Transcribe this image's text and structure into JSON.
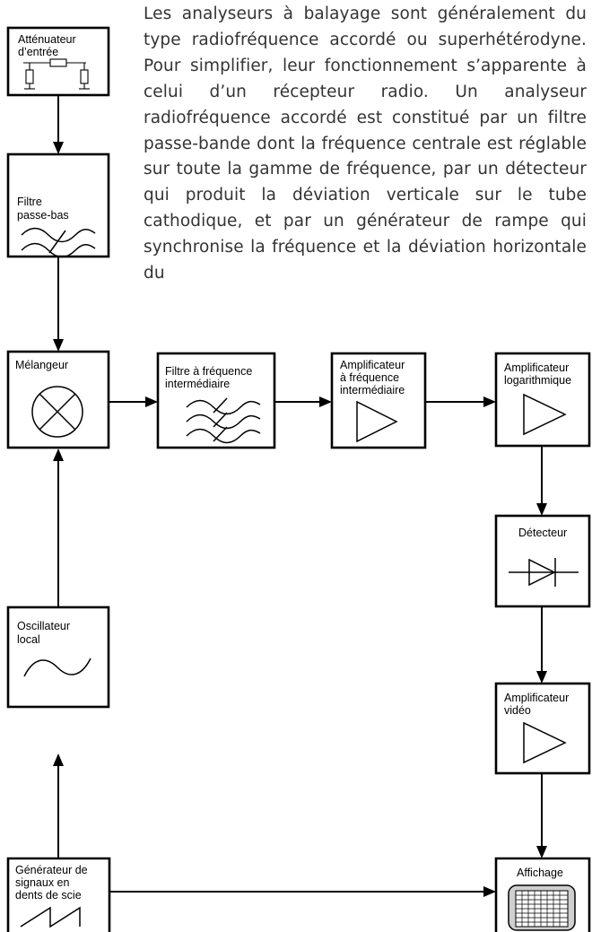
{
  "paragraph": "Les analyseurs à balayage sont généralement du type radiofréquence accordé ou superhétérodyne. Pour simplifier, leur fonctionnement s’apparente à celui d’un récepteur radio. Un analyseur radiofréquence accordé est constitué par un filtre passe-bande dont la fréquence centrale est réglable sur toute la gamme de fréquence, par un détecteur qui produit la déviation verticale sur le tube cathodique, et par un générateur de rampe qui synchronise la fréquence et la déviation horizontale du",
  "blocks": {
    "attenuator": {
      "line1": "Atténuateur",
      "line2": "d’entrée",
      "icon": "resistor-network-icon"
    },
    "lowpass": {
      "line1": "Filtre",
      "line2": "passe-bas",
      "icon": "filter-wave-icon"
    },
    "mixer": {
      "line1": "Mélangeur",
      "icon": "mixer-cross-circle-icon"
    },
    "if_filter": {
      "line1": "Filtre à fréquence",
      "line2": "intermédiaire",
      "icon": "filter-wave-icon"
    },
    "if_amp": {
      "line1": "Amplificateur",
      "line2": "à fréquence",
      "line3": "intermédiaire",
      "icon": "amplifier-triangle-icon"
    },
    "log_amp": {
      "line1": "Amplificateur",
      "line2": "logarithmique",
      "icon": "amplifier-triangle-icon"
    },
    "detector": {
      "line1": "Détecteur",
      "icon": "diode-icon"
    },
    "video_amp": {
      "line1": "Amplificateur",
      "line2": "vidéo",
      "icon": "amplifier-triangle-icon"
    },
    "oscillator": {
      "line1": "Oscillateur",
      "line2": "local",
      "icon": "sine-wave-icon"
    },
    "sawtooth_gen": {
      "line1": "Générateur de",
      "line2": "signaux en",
      "line3": "dents de scie",
      "icon": "sawtooth-wave-icon"
    },
    "display": {
      "line1": "Affichage",
      "icon": "screen-grid-icon"
    }
  }
}
